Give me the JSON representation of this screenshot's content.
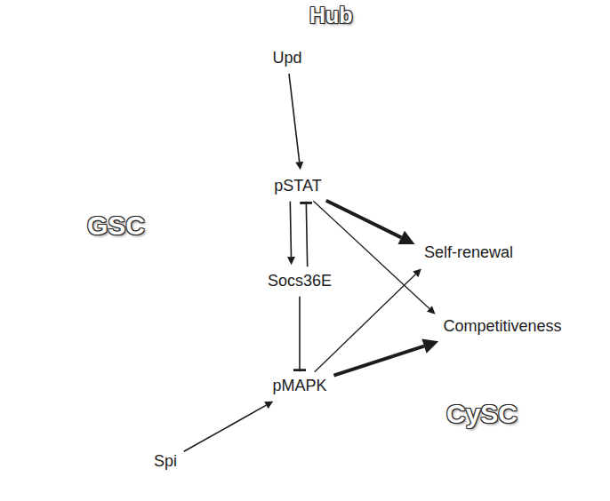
{
  "diagram": {
    "nodes": [
      {
        "text": [
          "Hub"
        ]
      },
      {
        "text": [
          "Upd"
        ],
        "in": 0
      },
      {
        "text": [
          "GSC"
        ]
      },
      {
        "text": [
          "Spi"
        ],
        "in": 2
      },
      {
        "text": [
          "CySC"
        ]
      },
      {
        "text": [
          "pSTAT"
        ],
        "in": 4
      },
      {
        "text": [
          "Socs36E"
        ],
        "in": 4
      },
      {
        "text": [
          "pMAPK"
        ],
        "in": 4
      },
      {
        "text": [
          "Self-renewal"
        ],
        "in": 4
      },
      {
        "text": [
          "Competitiveness"
        ],
        "in": 4
      }
    ],
    "edges": [
      {
        "from": 1,
        "to": 5,
        "arrow": "to"
      },
      {
        "from": 5,
        "to": 6,
        "arrow": "to"
      },
      {
        "from": 6,
        "to": 5,
        "arrow": "to"
      },
      {
        "from": 6,
        "to": 7,
        "arrow": "to"
      },
      {
        "from": 3,
        "to": 7,
        "arrow": "to"
      },
      {
        "from": 5,
        "to": 8,
        "arrow": "to"
      },
      {
        "from": 5,
        "to": 9,
        "arrow": "to"
      },
      {
        "from": 7,
        "to": 8,
        "arrow": "to"
      },
      {
        "from": 7,
        "to": 9,
        "arrow": "to"
      }
    ]
  }
}
